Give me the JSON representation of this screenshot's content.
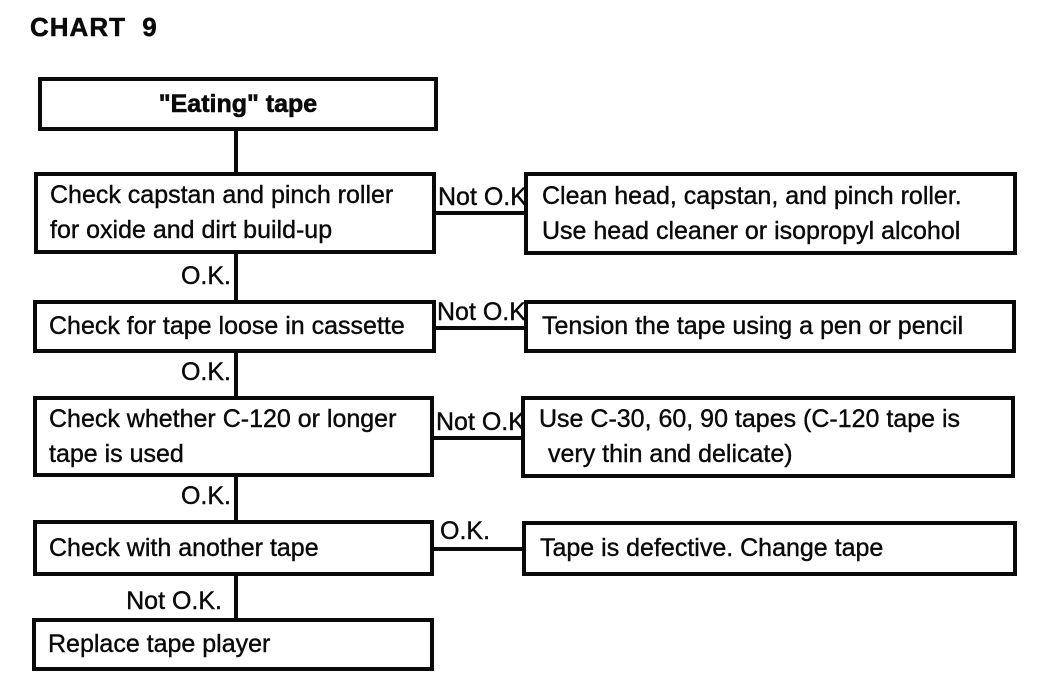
{
  "title": "CHART 9",
  "labels": {
    "ok": "O.K.",
    "not_ok": "Not O.K."
  },
  "nodes": {
    "start": {
      "line1": "\"Eating\" tape"
    },
    "check_capstan": {
      "line1": "Check capstan and pinch roller",
      "line2": "for oxide and dirt build-up"
    },
    "clean_head": {
      "line1": "Clean head, capstan, and pinch roller.",
      "line2": "Use head cleaner or isopropyl alcohol"
    },
    "check_loose": {
      "line1": "Check for tape loose in cassette"
    },
    "tension_tape": {
      "line1": "Tension the tape using a pen or pencil"
    },
    "check_c120": {
      "line1": "Check whether C-120 or longer",
      "line2": "tape is used"
    },
    "use_shorter_tapes": {
      "line1": "Use C-30, 60, 90 tapes (C-120 tape is",
      "line2": "very thin and delicate)"
    },
    "check_another": {
      "line1": "Check with another tape"
    },
    "tape_defective": {
      "line1": "Tape is defective. Change tape"
    },
    "replace_player": {
      "line1": "Replace tape player"
    }
  },
  "colors": {
    "ink": "#0a0a0a",
    "paper": "#ffffff"
  }
}
